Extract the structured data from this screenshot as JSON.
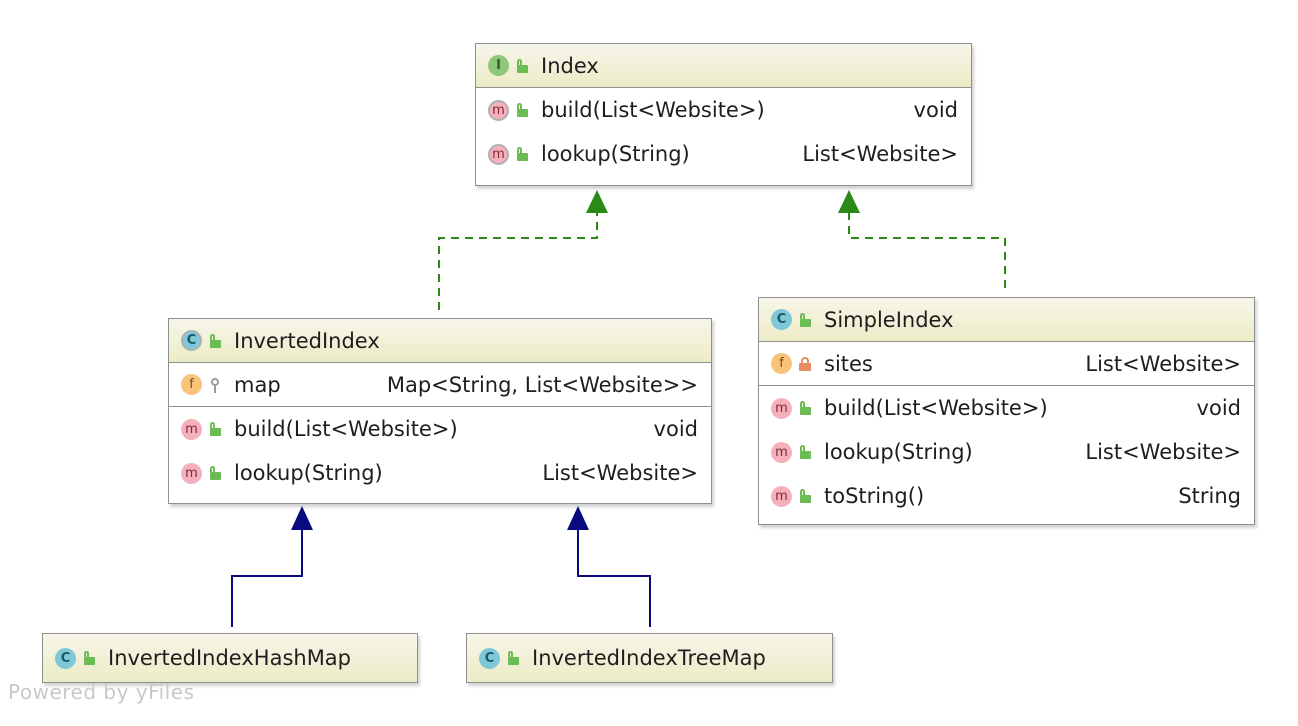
{
  "diagram": {
    "nodes": {
      "index": {
        "kind": "interface",
        "badge": "I",
        "name": "Index",
        "visibility": "public",
        "fields": [],
        "methods": [
          {
            "badge": "m",
            "visibility": "public",
            "name": "build(List<Website>)",
            "type": "void"
          },
          {
            "badge": "m",
            "visibility": "public",
            "name": "lookup(String)",
            "type": "List<Website>"
          }
        ]
      },
      "inverted_index": {
        "kind": "abstract-class",
        "badge": "C",
        "name": "InvertedIndex",
        "visibility": "public",
        "fields": [
          {
            "badge": "f",
            "visibility": "package",
            "name": "map",
            "type": "Map<String, List<Website>>"
          }
        ],
        "methods": [
          {
            "badge": "m",
            "visibility": "public",
            "name": "build(List<Website>)",
            "type": "void"
          },
          {
            "badge": "m",
            "visibility": "public",
            "name": "lookup(String)",
            "type": "List<Website>"
          }
        ]
      },
      "simple_index": {
        "kind": "class",
        "badge": "C",
        "name": "SimpleIndex",
        "visibility": "public",
        "fields": [
          {
            "badge": "f",
            "visibility": "private",
            "name": "sites",
            "type": "List<Website>"
          }
        ],
        "methods": [
          {
            "badge": "m",
            "visibility": "public",
            "name": "build(List<Website>)",
            "type": "void"
          },
          {
            "badge": "m",
            "visibility": "public",
            "name": "lookup(String)",
            "type": "List<Website>"
          },
          {
            "badge": "m",
            "visibility": "public",
            "name": "toString()",
            "type": "String"
          }
        ]
      },
      "hashmap": {
        "kind": "class",
        "badge": "C",
        "name": "InvertedIndexHashMap",
        "visibility": "public"
      },
      "treemap": {
        "kind": "class",
        "badge": "C",
        "name": "InvertedIndexTreeMap",
        "visibility": "public"
      }
    },
    "edges": [
      {
        "from": "InvertedIndex",
        "to": "Index",
        "relation": "implements",
        "color": "#2a8a17",
        "style": "dashed"
      },
      {
        "from": "SimpleIndex",
        "to": "Index",
        "relation": "implements",
        "color": "#2a8a17",
        "style": "dashed"
      },
      {
        "from": "InvertedIndexHashMap",
        "to": "InvertedIndex",
        "relation": "extends",
        "color": "#0a0a80",
        "style": "solid"
      },
      {
        "from": "InvertedIndexTreeMap",
        "to": "InvertedIndex",
        "relation": "extends",
        "color": "#0a0a80",
        "style": "solid"
      }
    ],
    "footer": "Powered by yFiles"
  }
}
